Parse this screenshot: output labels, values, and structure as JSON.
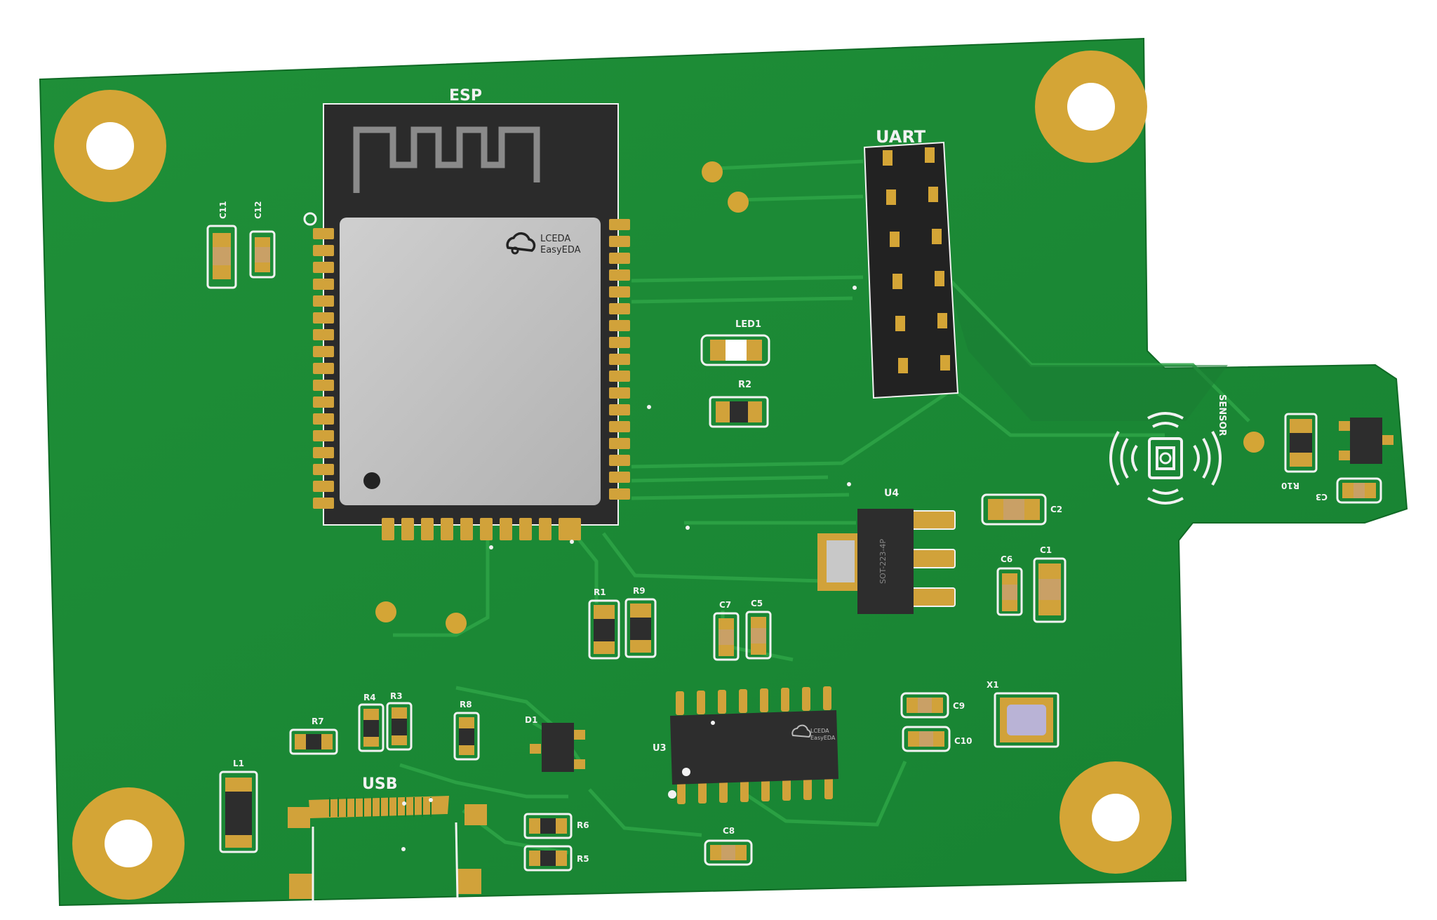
{
  "colors": {
    "board": "#1e8a36",
    "board_dark": "#157a2c",
    "trace": "#2a9a43",
    "gold": "#d4a536",
    "copper_pad": "#c99a2e",
    "silk": "#f2f2f2",
    "chip": "#2d2d2d",
    "shield": "#bdbdbd"
  },
  "labels": {
    "esp": "ESP",
    "uart": "UART",
    "usb": "USB",
    "sensor": "SENSOR",
    "led1": "LED1",
    "r2": "R2",
    "u4": "U4",
    "u3": "U3",
    "x1": "X1",
    "d1": "D1",
    "l1": "L1",
    "c1": "C1",
    "c2": "C2",
    "c3": "C3",
    "c5": "C5",
    "c6": "C6",
    "c7": "C7",
    "c8": "C8",
    "c9": "C9",
    "c10": "C10",
    "c11": "C11",
    "c12": "C12",
    "r1": "R1",
    "r3": "R3",
    "r4": "R4",
    "r5": "R5",
    "r6": "R6",
    "r7": "R7",
    "r8": "R8",
    "r9": "R9",
    "r10": "R10",
    "esp_logo_line1": "LCEDA",
    "esp_logo_line2": "EasyEDA",
    "u3_logo_line1": "LCEDA",
    "u3_logo_line2": "EasyEDA",
    "u4_marking": "SOT-223-4P"
  }
}
